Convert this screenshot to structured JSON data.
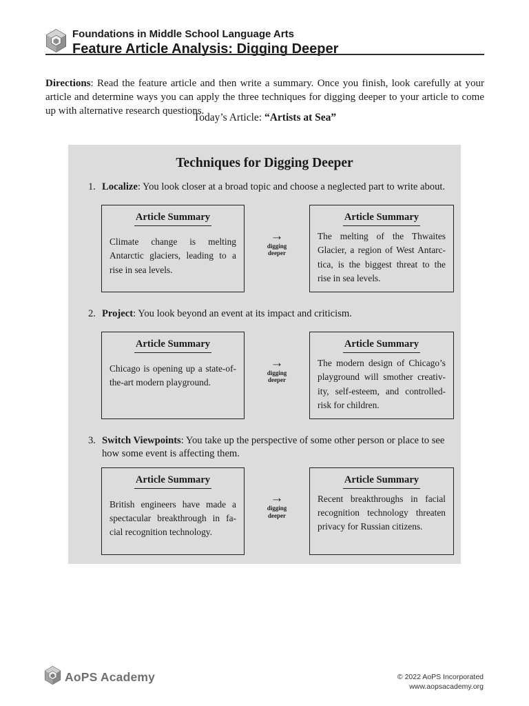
{
  "header": {
    "course": "Foundations in Middle School Language Arts",
    "title": "Feature Article Analysis: Digging Deeper"
  },
  "directions": {
    "label": "Directions",
    "text": ": Read the feature article and then write a summary. Once you finish, look carefully at your article and determine ways you can apply the three techniques for digging deeper to your article to come up with alternative research questions."
  },
  "todays_article": {
    "label": "Today’s Article: ",
    "title": "“Artists at Sea”"
  },
  "panel": {
    "title": "Techniques for Digging Deeper",
    "box_heading": "Article Summary",
    "arrow": {
      "glyph": "→",
      "label_line1": "digging",
      "label_line2": "deeper"
    },
    "techniques": [
      {
        "number": "1.",
        "term": "Localize",
        "description": ": You look closer at a broad topic and choose a neglected part to write about.",
        "before_lines": [
          "Climate change is melting",
          "Antarctic glaciers, leading to a",
          "rise in sea levels."
        ],
        "after_lines": [
          "The melting of the Thwaites",
          "Glacier, a region of West Antarc-",
          "tica, is the biggest threat to the",
          "rise in sea levels."
        ]
      },
      {
        "number": "2.",
        "term": "Project",
        "description": ": You look beyond an event at its impact and criticism.",
        "before_lines": [
          "Chicago is opening up a state-of-",
          "the-art modern playground."
        ],
        "after_lines": [
          "The modern design of Chicago’s",
          "playground will smother creativ-",
          "ity, self-esteem, and controlled-",
          "risk for children."
        ]
      },
      {
        "number": "3.",
        "term": "Switch Viewpoints",
        "description": ": You take up the perspective of some other person or place to see how some event is affecting them.",
        "before_lines": [
          "British engineers have made a",
          "spectacular breakthrough in fa-",
          "cial recognition technology."
        ],
        "after_lines": [
          "Recent breakthroughs in facial",
          "recognition technology threaten",
          "privacy for Russian citizens."
        ]
      }
    ]
  },
  "footer": {
    "brand": "AoPS Academy",
    "copyright": "© 2022 AoPS Incorporated",
    "website": "www.aopsacademy.org"
  },
  "colors": {
    "panel_bg": "#dcdcdc",
    "box_border": "#1f1f1f",
    "footer_gray": "#6f6f6f"
  }
}
